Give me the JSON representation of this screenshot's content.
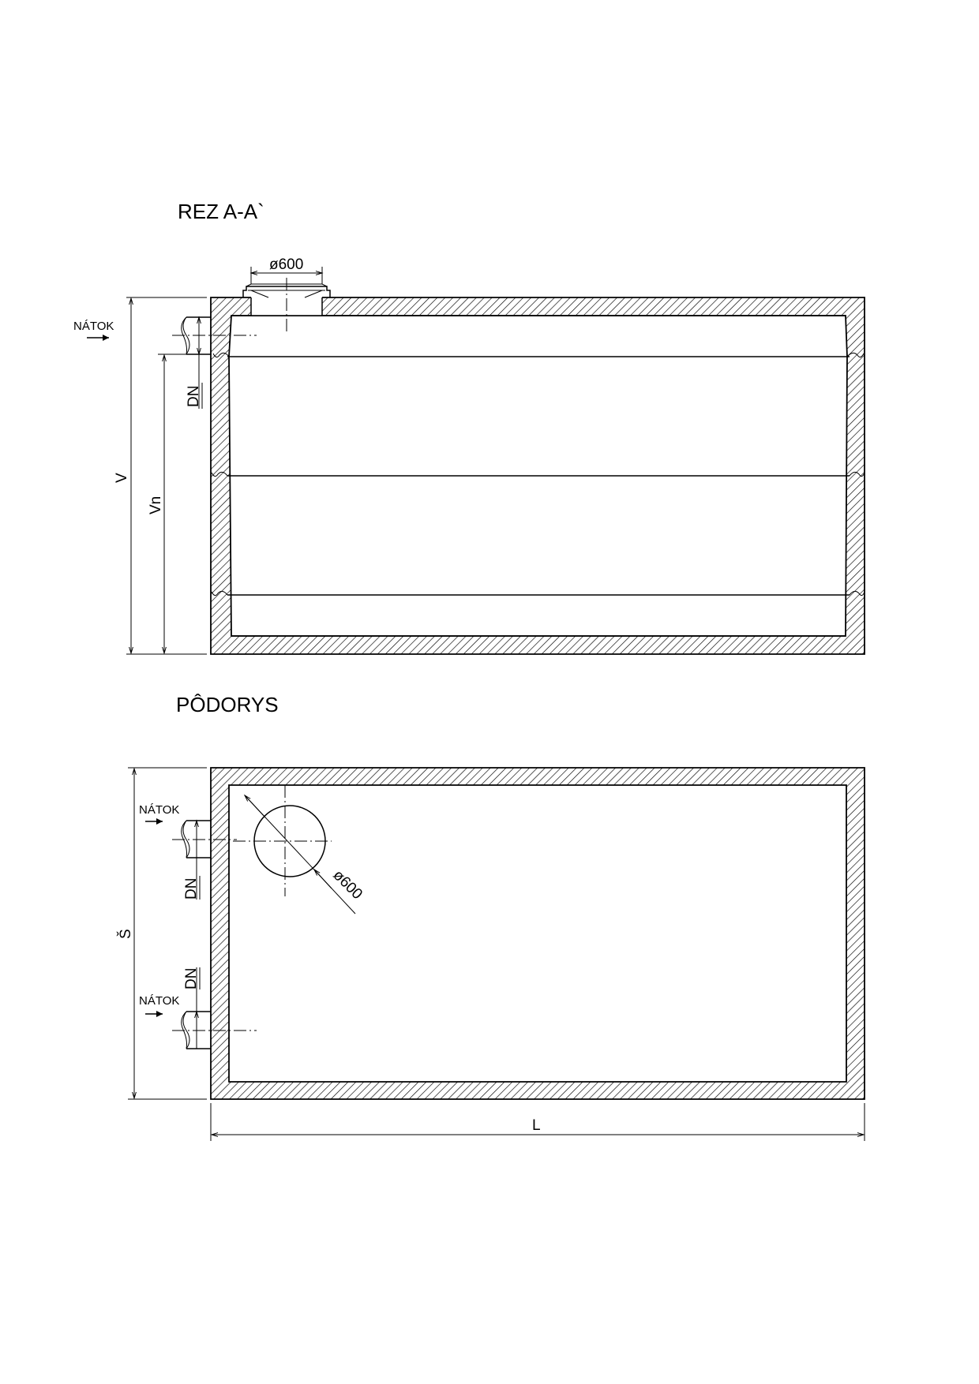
{
  "section": {
    "title": "REZ  A-A`",
    "manhole_dim": "ø600",
    "inflow_label": "NÁTOK",
    "dim_total_height": "V",
    "dim_water_height": "Vn",
    "dim_pipe": "DN"
  },
  "plan": {
    "title": "PÔDORYS",
    "manhole_dim": "ø600",
    "inflow_label_1": "NÁTOK",
    "inflow_label_2": "NÁTOK",
    "dim_pipe_1": "DN",
    "dim_pipe_2": "DN",
    "dim_width": "Š",
    "dim_length": "L"
  }
}
